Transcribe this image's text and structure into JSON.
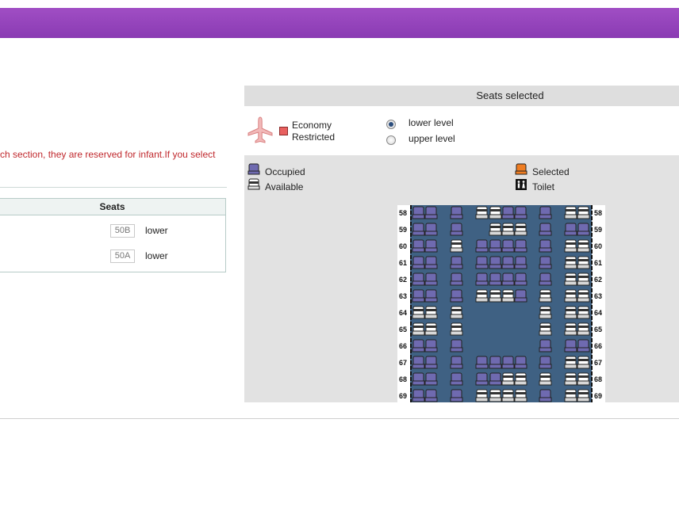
{
  "warning_text": "ch section, they are reserved for infant.If you select",
  "seats_table": {
    "header": "Seats",
    "rows": [
      {
        "seat": "50B",
        "level": "lower"
      },
      {
        "seat": "50A",
        "level": "lower"
      }
    ]
  },
  "panel": {
    "title": "Seats selected",
    "economy_line1": "Economy",
    "economy_line2": "Restricted",
    "level_lower": "lower level",
    "level_upper": "upper level",
    "selected_level": "lower"
  },
  "legend": {
    "occupied": "Occupied",
    "available": "Available",
    "selected": "Selected",
    "toilet": "Toilet"
  },
  "colors": {
    "header_purple": "#9442bd",
    "cabin_blue": "#3f6183",
    "occupied_seat": "#6f6ab0",
    "selected_seat": "#ef7d22",
    "warning_red": "#c0282d",
    "economy_restricted": "#e8605f"
  },
  "seat_map": {
    "rows": [
      "58",
      "59",
      "60",
      "61",
      "62",
      "63",
      "64",
      "65",
      "66",
      "67",
      "68",
      "69"
    ],
    "layout": [
      [
        "O",
        "O",
        "O",
        "A",
        "A",
        "O",
        "O",
        "O",
        "A",
        "A"
      ],
      [
        "O",
        "O",
        "O",
        "",
        "A",
        "A",
        "A",
        "O",
        "O",
        "O"
      ],
      [
        "O",
        "O",
        "A",
        "O",
        "O",
        "O",
        "O",
        "O",
        "A",
        "A"
      ],
      [
        "O",
        "O",
        "O",
        "O",
        "O",
        "O",
        "O",
        "O",
        "A",
        "A"
      ],
      [
        "O",
        "O",
        "O",
        "O",
        "O",
        "O",
        "O",
        "O",
        "A",
        "A"
      ],
      [
        "O",
        "O",
        "O",
        "A",
        "A",
        "A",
        "O",
        "A",
        "A",
        "A"
      ],
      [
        "A",
        "A",
        "A",
        "",
        "",
        "",
        "",
        "A",
        "A",
        "A"
      ],
      [
        "A",
        "A",
        "A",
        "",
        "",
        "",
        "",
        "A",
        "A",
        "A"
      ],
      [
        "O",
        "O",
        "O",
        "",
        "",
        "",
        "",
        "O",
        "O",
        "O"
      ],
      [
        "O",
        "O",
        "O",
        "O",
        "O",
        "O",
        "O",
        "O",
        "A",
        "A"
      ],
      [
        "O",
        "O",
        "O",
        "O",
        "O",
        "A",
        "A",
        "A",
        "A",
        "A"
      ],
      [
        "O",
        "O",
        "O",
        "A",
        "A",
        "A",
        "A",
        "O",
        "A",
        "A"
      ]
    ]
  }
}
